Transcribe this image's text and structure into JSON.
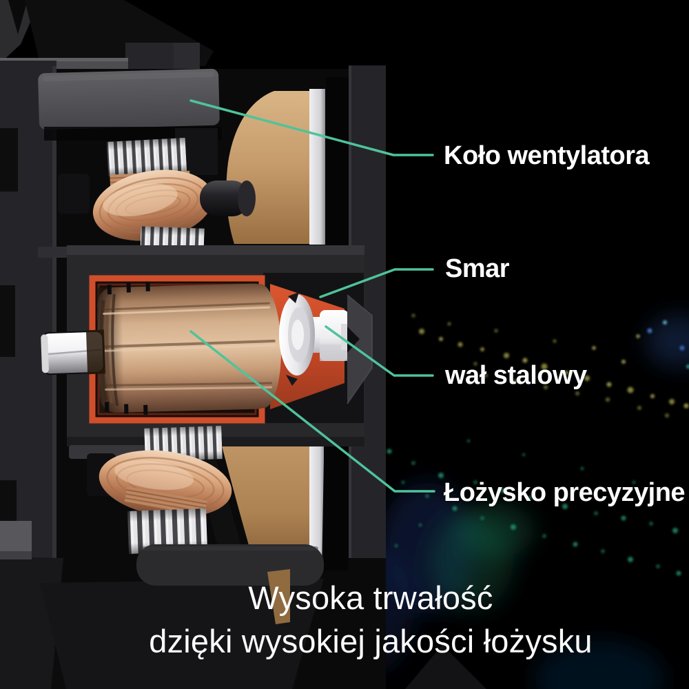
{
  "page": {
    "type": "product-infographic",
    "language": "pl"
  },
  "palette": {
    "accent_leader_line": "#4fc39a",
    "grease_orange": "#c64726",
    "copper_coil": "#dca87f",
    "rotor_tan": "#d4b08d",
    "blade_tan": "#c59a6a",
    "text": "#ffffff",
    "background": "#000000"
  },
  "callouts": [
    {
      "id": "fan-wheel",
      "label": "Koło wentylatora"
    },
    {
      "id": "grease",
      "label": "Smar"
    },
    {
      "id": "steel-shaft",
      "label": "wał stalowy"
    },
    {
      "id": "precision-bearing",
      "label": "Łożysko precyzyjne"
    }
  ],
  "caption": {
    "line1": "Wysoka trwałość",
    "line2": "dzięki wysokiej jakości łożysku"
  }
}
